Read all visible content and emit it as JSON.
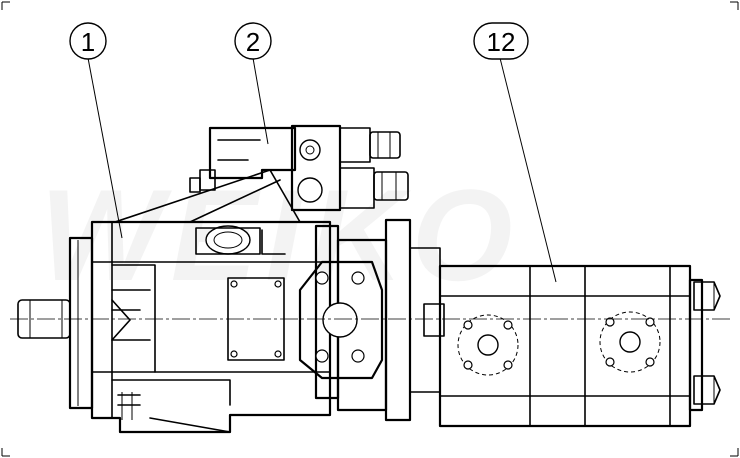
{
  "callouts": [
    {
      "id": "callout-1",
      "label": "1"
    },
    {
      "id": "callout-2",
      "label": "2"
    },
    {
      "id": "callout-12",
      "label": "12"
    }
  ],
  "watermark": "WEIKO",
  "colors": {
    "line": "#000000",
    "background": "#ffffff"
  }
}
